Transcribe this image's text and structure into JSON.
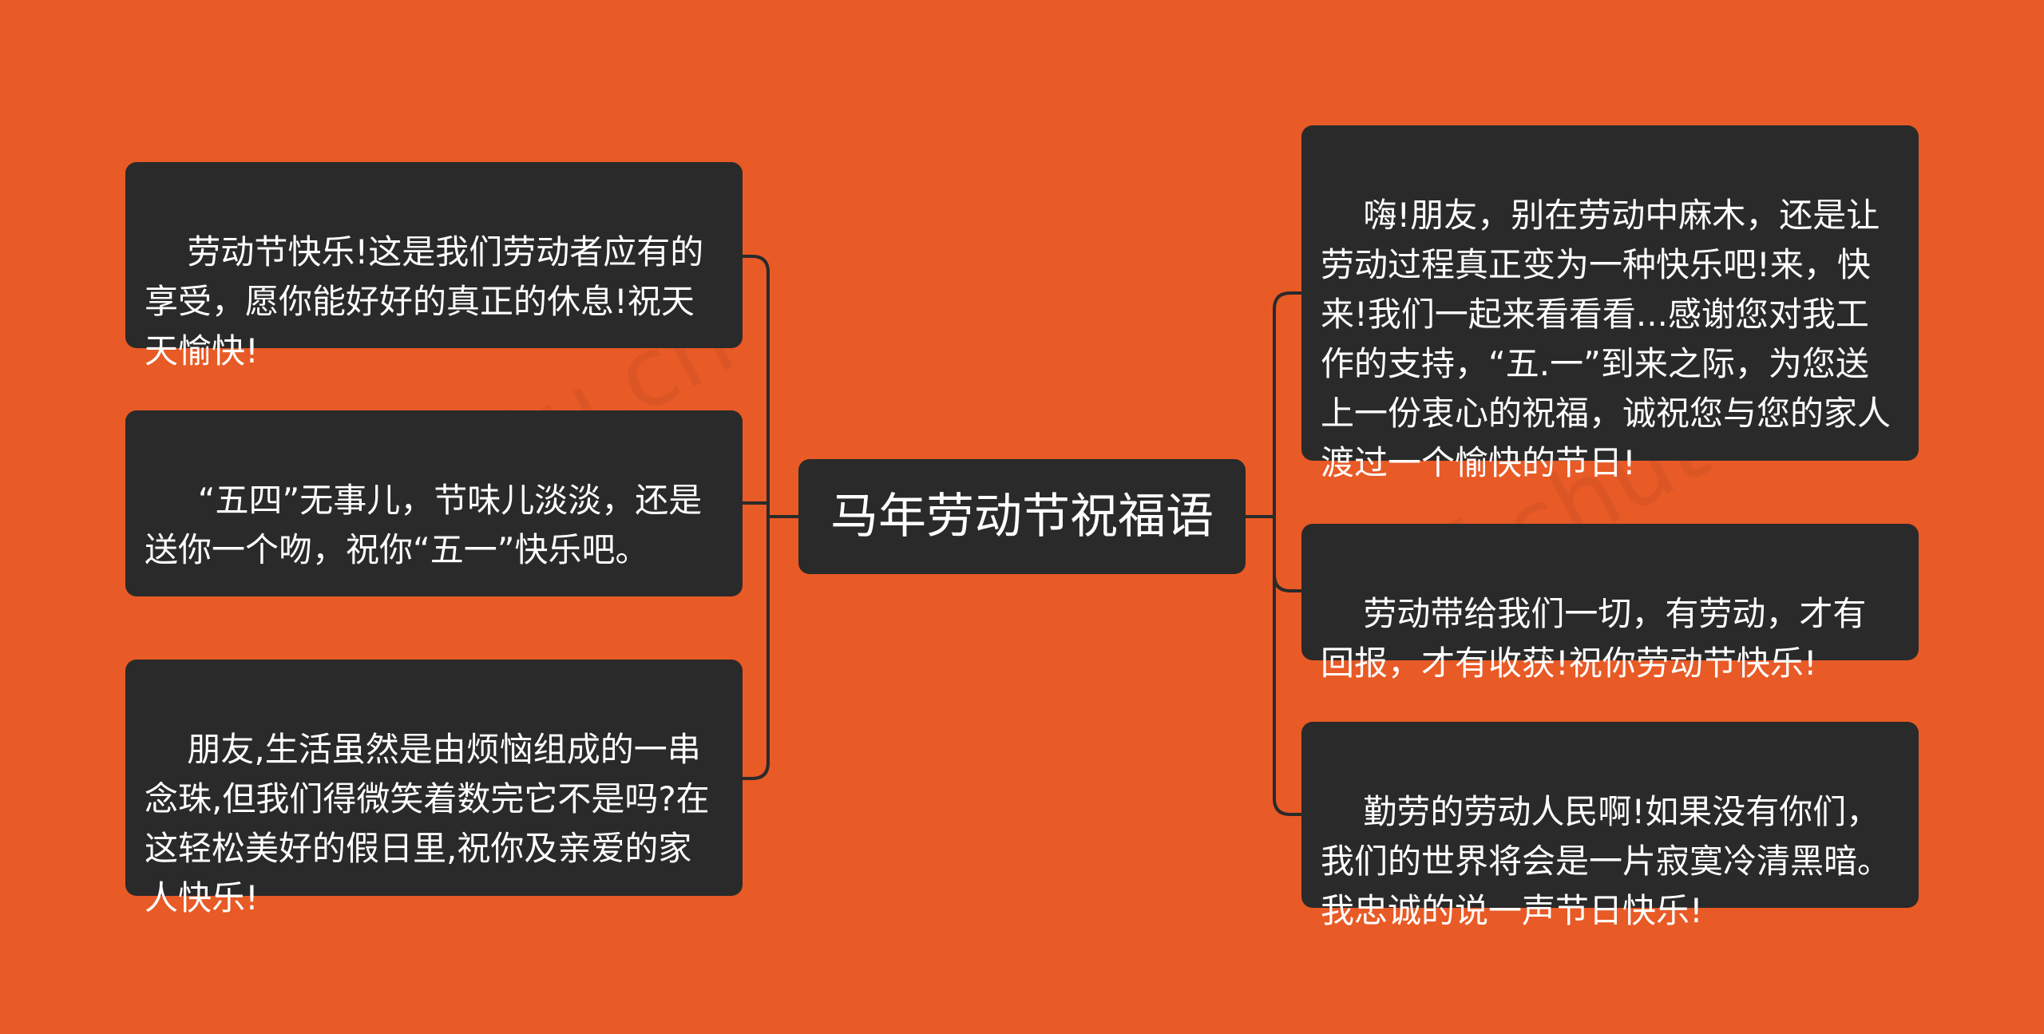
{
  "center": {
    "label": "马年劳动节祝福语"
  },
  "left_nodes": [
    {
      "text": "劳动节快乐!这是我们劳动者应有的享受，愿你能好好的真正的休息!祝天天愉快!"
    },
    {
      "text": " “五四”无事儿，节味儿淡淡，还是送你一个吻，祝你“五一”快乐吧。"
    },
    {
      "text": "朋友,生活虽然是由烦恼组成的一串念珠,但我们得微笑着数完它不是吗?在这轻松美好的假日里,祝你及亲爱的家人快乐!"
    }
  ],
  "right_nodes": [
    {
      "text": "嗨!朋友，别在劳动中麻木，还是让劳动过程真正变为一种快乐吧!来，快来!我们一起来看看看...感谢您对我工作的支持，“五.一”到来之际，为您送上一份衷心的祝福，诚祝您与您的家人渡过一个愉快的节日!"
    },
    {
      "text": "劳动带给我们一切，有劳动，才有回报，才有收获!祝你劳动节快乐!"
    },
    {
      "text": "勤劳的劳动人民啊!如果没有你们，我们的世界将会是一片寂寞冷清黑暗。我忠诚的说一声节日快乐!"
    }
  ],
  "watermarks": [
    {
      "text": "shutu.cn"
    },
    {
      "text": "树图 shutu.cn"
    }
  ],
  "colors": {
    "background": "#e85a26",
    "node": "#2a2a2a",
    "text": "#ffffff",
    "connector": "#2a2a2a"
  }
}
